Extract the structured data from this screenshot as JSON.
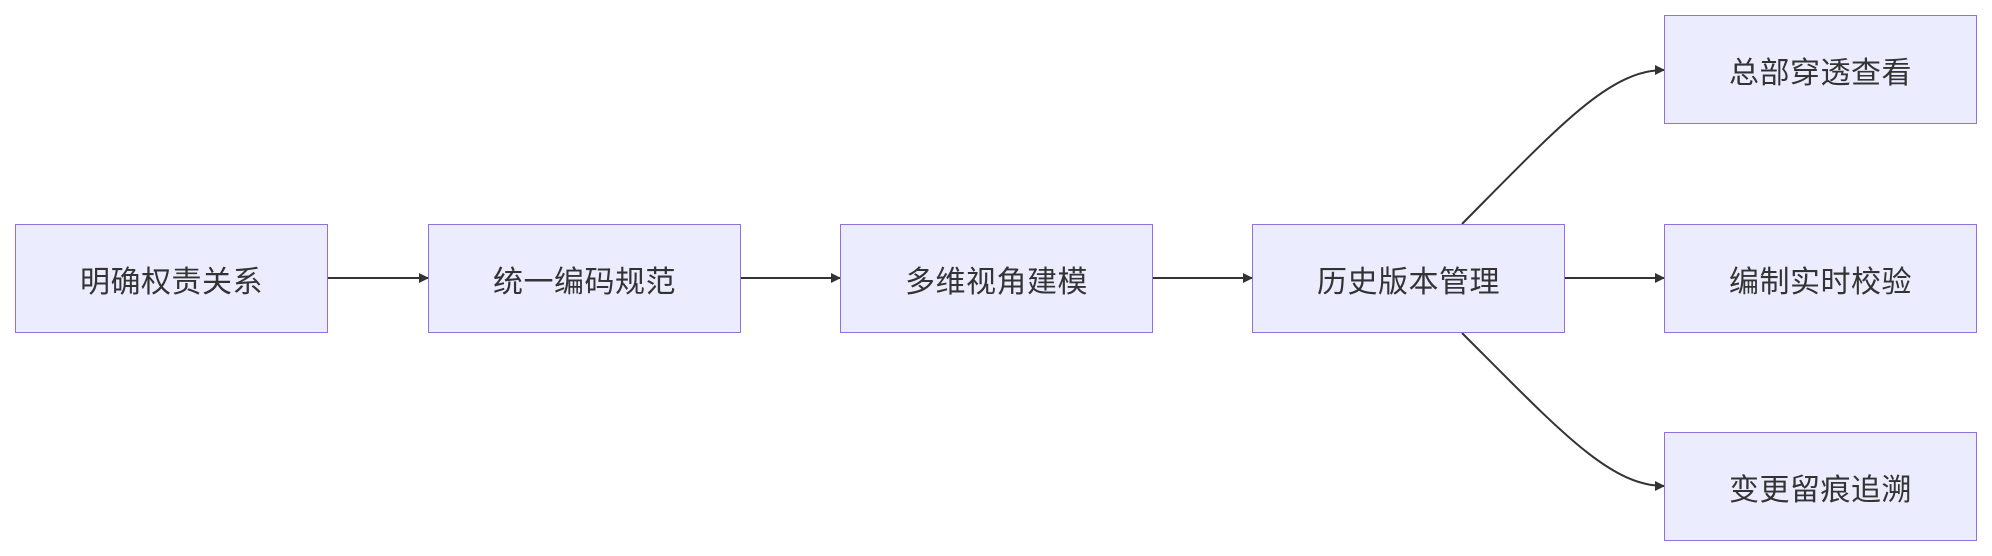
{
  "nodes": {
    "n1": "明确权责关系",
    "n2": "统一编码规范",
    "n3": "多维视角建模",
    "n4": "历史版本管理",
    "n5": "总部穿透查看",
    "n6": "编制实时校验",
    "n7": "变更留痕追溯"
  },
  "edges": [
    {
      "from": "n1",
      "to": "n2"
    },
    {
      "from": "n2",
      "to": "n3"
    },
    {
      "from": "n3",
      "to": "n4"
    },
    {
      "from": "n4",
      "to": "n5"
    },
    {
      "from": "n4",
      "to": "n6"
    },
    {
      "from": "n4",
      "to": "n7"
    }
  ],
  "colors": {
    "node_fill": "#ececff",
    "node_border": "#9370db",
    "edge": "#333333",
    "text": "#333333"
  }
}
